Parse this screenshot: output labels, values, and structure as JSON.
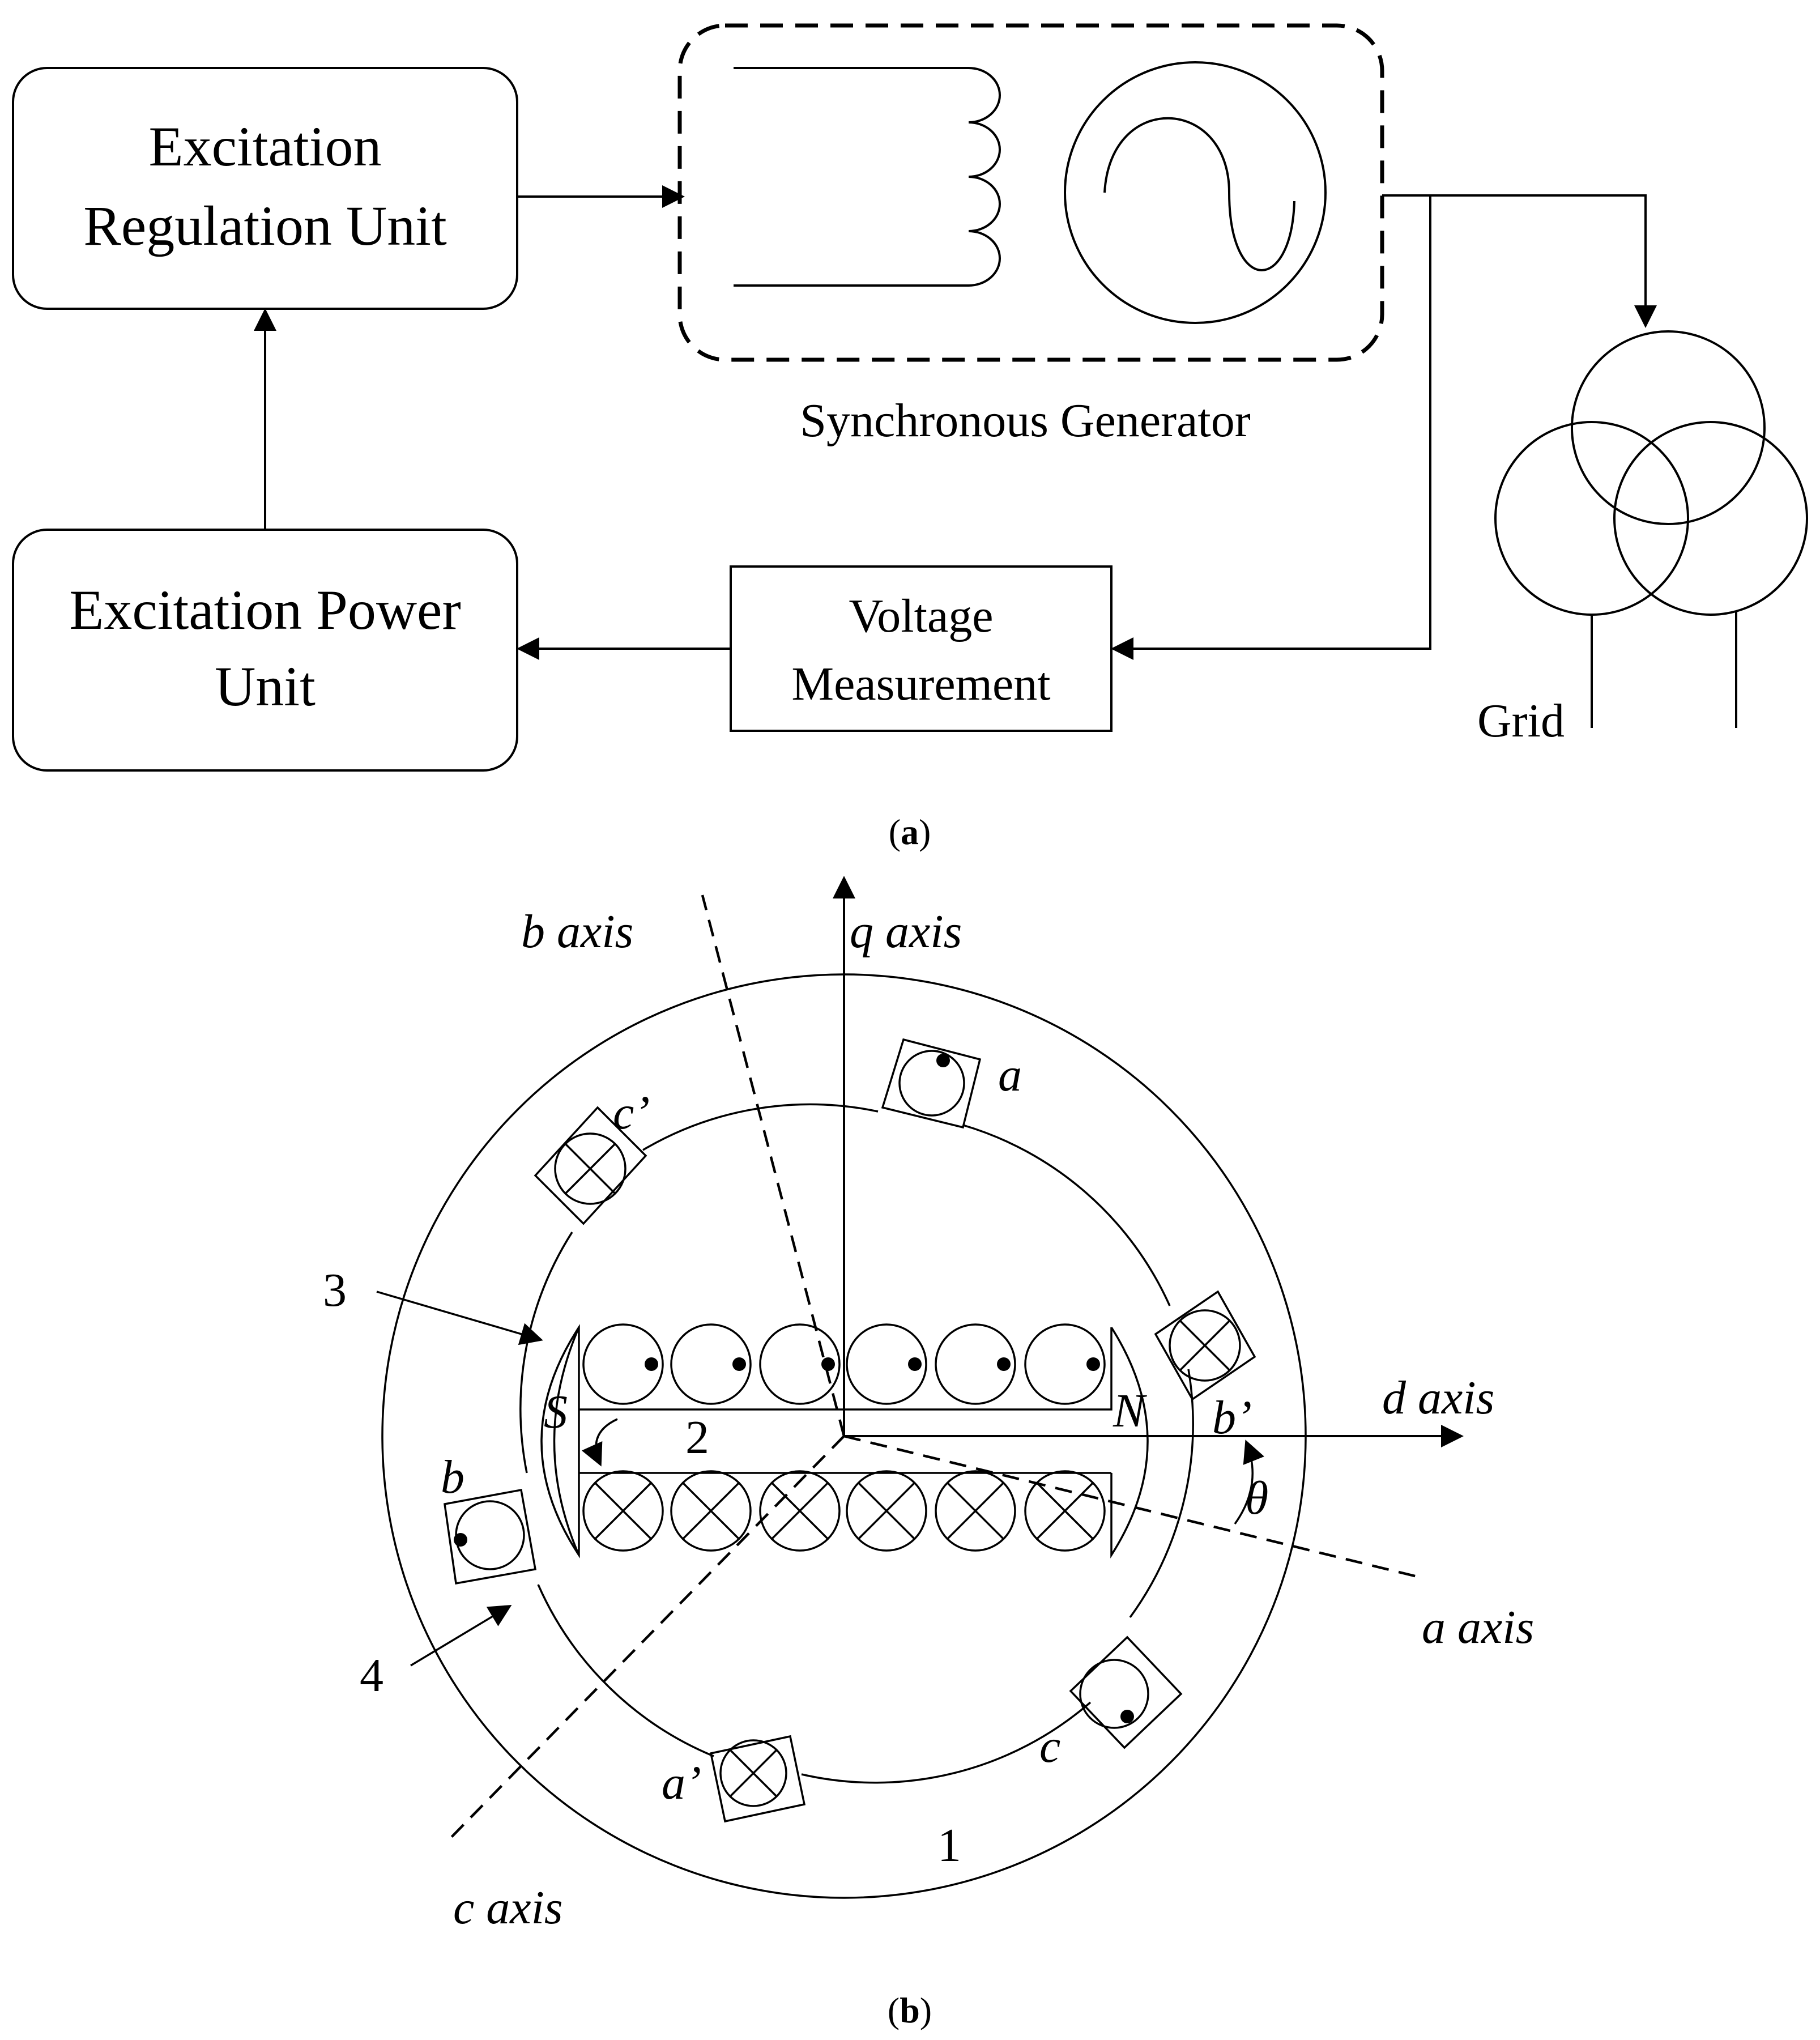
{
  "panel_a": {
    "caption_letter": "a",
    "excitation_regulation_unit": [
      "Excitation",
      "Regulation Unit"
    ],
    "excitation_power_unit": [
      "Excitation Power",
      "Unit"
    ],
    "synchronous_generator_label": "Synchronous Generator",
    "voltage_measurement": [
      "Voltage",
      "Measurement"
    ],
    "grid_label": "Grid"
  },
  "panel_b": {
    "caption_letter": "b",
    "axes": {
      "q": "q axis",
      "d": "d axis",
      "a": "a axis",
      "b": "b axis",
      "c": "c axis"
    },
    "angle_label": "θ",
    "pole_north": "N",
    "pole_south": "S",
    "winding_labels": {
      "a": "a",
      "a_prime": "a’",
      "b": "b",
      "b_prime": "b’",
      "c": "c",
      "c_prime": "c’"
    },
    "part_numbers": {
      "stator": "1",
      "rotor": "2",
      "airgap_upper": "3",
      "airgap_lower": "4"
    }
  }
}
